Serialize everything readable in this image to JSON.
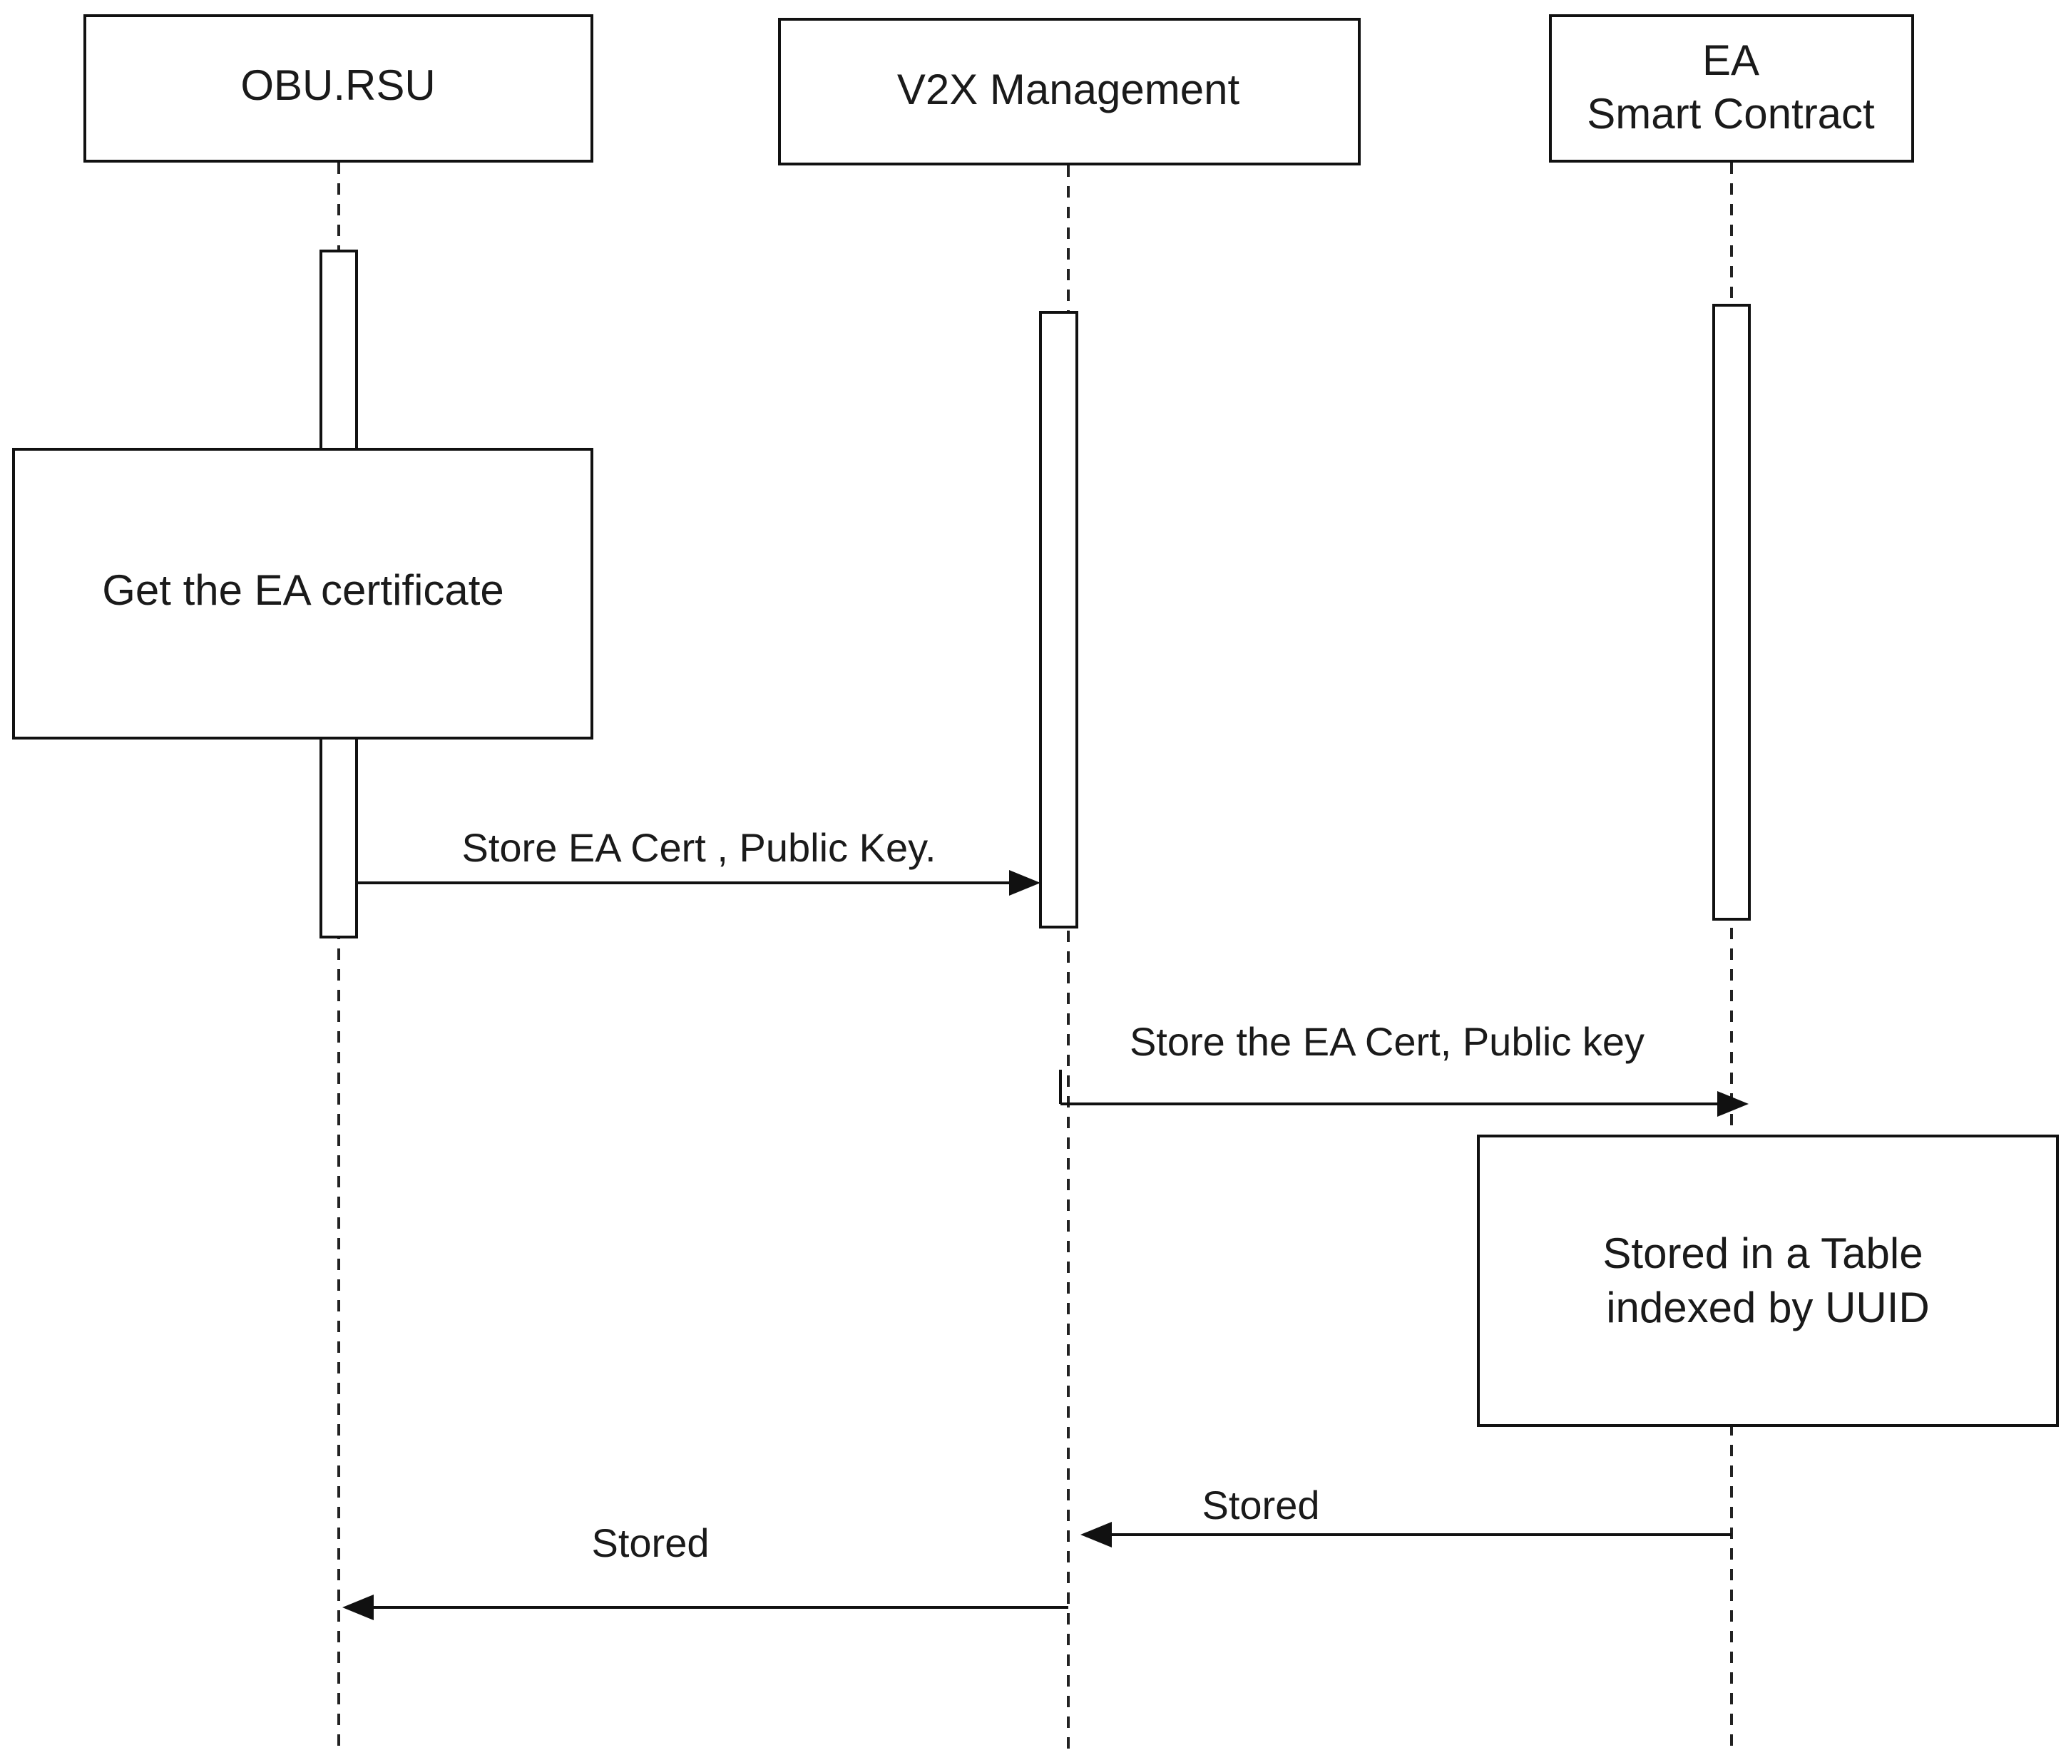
{
  "participants": {
    "obu_rsu": {
      "label": "OBU.RSU"
    },
    "v2x": {
      "label": "V2X Management"
    },
    "ea": {
      "label_line1": "EA",
      "label_line2": "Smart Contract"
    }
  },
  "notes": {
    "get_ea_certificate": "Get the EA certificate",
    "stored_table_line1": "Stored in a Table",
    "stored_table_line2": "indexed by UUID"
  },
  "messages": {
    "store_ea_cert_public_key": "Store EA Cert , Public Key.",
    "store_the_ea_cert_public_key": "Store the EA Cert, Public key",
    "stored_to_v2x": "Stored",
    "stored_to_obu": "Stored"
  }
}
